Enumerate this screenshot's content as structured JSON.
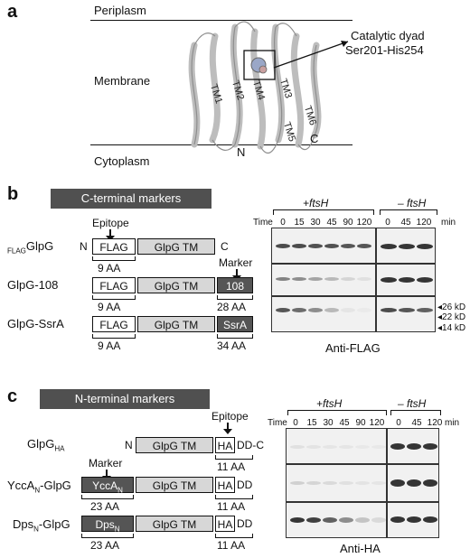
{
  "panel_a": {
    "letter": "a",
    "periplasm": "Periplasm",
    "membrane": "Membrane",
    "cytoplasm": "Cytoplasm",
    "catalytic_label_1": "Catalytic dyad",
    "catalytic_label_2": "Ser201-His254",
    "n_term": "N",
    "c_term": "C",
    "tm_labels": [
      "TM1",
      "TM2",
      "TM4",
      "TM3",
      "TM6",
      "TM5"
    ]
  },
  "panel_b": {
    "letter": "b",
    "banner": "C-terminal markers",
    "epitope": "Epitope",
    "marker": "Marker",
    "constructs": [
      {
        "name_sub": "FLAG",
        "name_main": "GlpG",
        "n": "N",
        "c": "C",
        "boxes": [
          "FLAG",
          "GlpG TM"
        ],
        "len1": "9 AA",
        "len2": ""
      },
      {
        "name": "GlpG-108",
        "boxes": [
          "FLAG",
          "GlpG TM",
          "108"
        ],
        "len1": "9 AA",
        "len2": "28 AA"
      },
      {
        "name": "GlpG-SsrA",
        "boxes": [
          "FLAG",
          "GlpG TM",
          "SsrA"
        ],
        "len1": "9 AA",
        "len2": "34 AA"
      }
    ],
    "blot": {
      "plus_label": "+ftsH",
      "minus_label": "– ftsH",
      "time_label": "Time",
      "plus_times": [
        "0",
        "15",
        "30",
        "45",
        "90",
        "120"
      ],
      "minus_times": [
        "0",
        "45",
        "120"
      ],
      "unit": "min",
      "markers": [
        "26 kD",
        "22 kD",
        "14 kD"
      ],
      "antibody": "Anti-FLAG"
    }
  },
  "panel_c": {
    "letter": "c",
    "banner": "N-terminal markers",
    "epitope": "Epitope",
    "marker": "Marker",
    "constructs": [
      {
        "name_main": "GlpG",
        "name_sub": "HA",
        "n": "N",
        "c": "C",
        "boxes": [
          "GlpG TM",
          "HA"
        ],
        "dd": "DD",
        "len1": "",
        "len2": "11 AA"
      },
      {
        "name_main": "YccA",
        "name_sub": "N",
        "name_tail": "-GlpG",
        "boxes": [
          "YccA",
          "GlpG TM",
          "HA"
        ],
        "box1_sub": "N",
        "dd": "DD",
        "len1": "23 AA",
        "len2": "11 AA"
      },
      {
        "name_main": "Dps",
        "name_sub": "N",
        "name_tail": "-GlpG",
        "boxes": [
          "Dps",
          "GlpG TM",
          "HA"
        ],
        "box1_sub": "N",
        "dd": "DD",
        "len1": "23 AA",
        "len2": "11 AA"
      }
    ],
    "blot": {
      "plus_label": "+ftsH",
      "minus_label": "– ftsH",
      "time_label": "Time",
      "plus_times": [
        "0",
        "15",
        "30",
        "45",
        "90",
        "120"
      ],
      "minus_times": [
        "0",
        "45",
        "120"
      ],
      "unit": "min",
      "antibody": "Anti-HA"
    }
  }
}
